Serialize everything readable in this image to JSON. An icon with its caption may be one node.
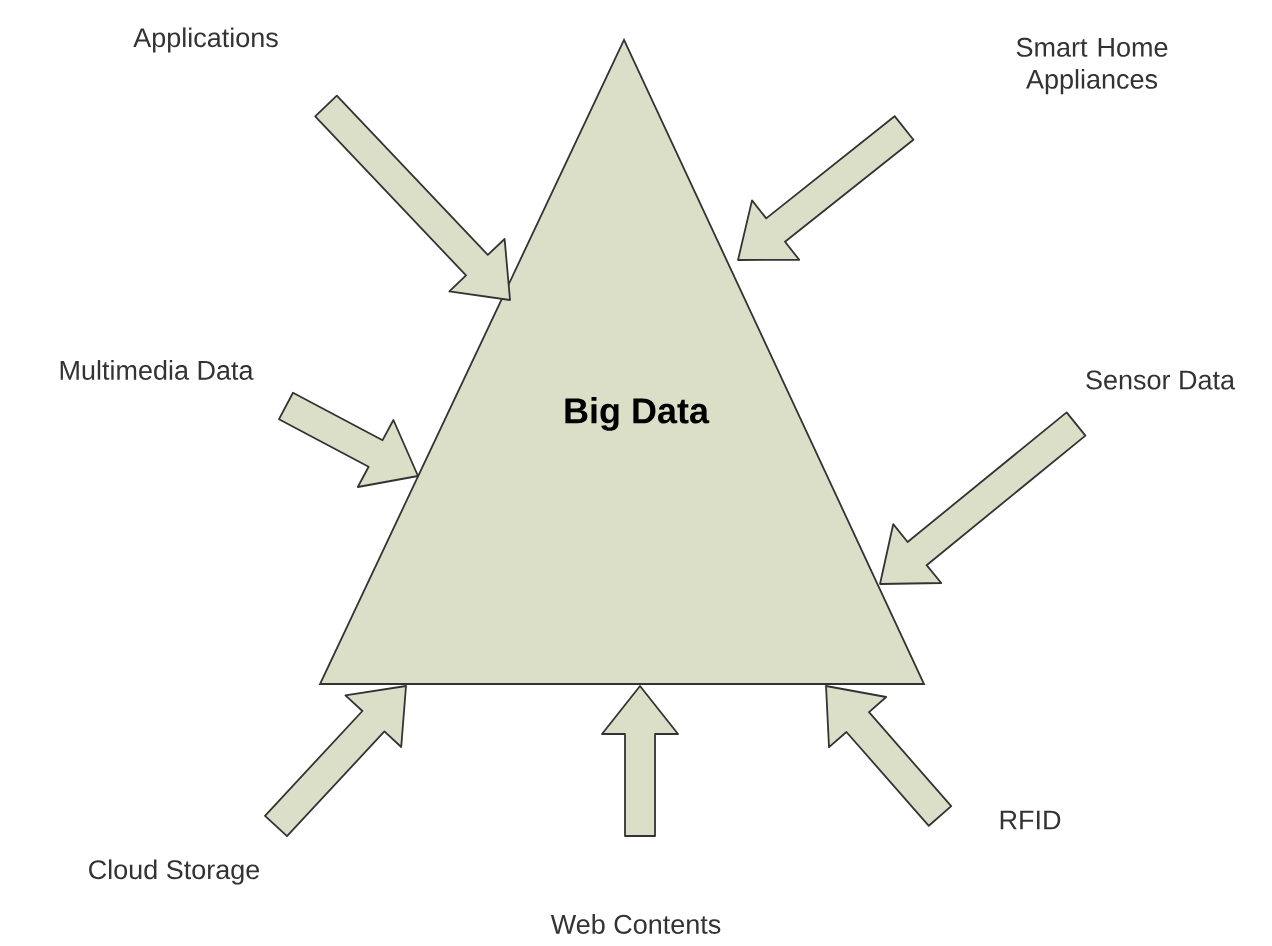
{
  "diagram": {
    "nodes": [
      {
        "text": [
          "Big Data"
        ]
      },
      {
        "text": [
          "Applications"
        ]
      },
      {
        "text": [
          "Smart Home Appliances"
        ]
      },
      {
        "text": [
          "Multimedia Data"
        ]
      },
      {
        "text": [
          "Sensor Data"
        ]
      },
      {
        "text": [
          "Cloud Storage"
        ]
      },
      {
        "text": [
          "Web Contents"
        ]
      },
      {
        "text": [
          "RFID"
        ]
      }
    ],
    "edges": [
      {
        "from": 1,
        "to": 0,
        "arrow": "to"
      },
      {
        "from": 2,
        "to": 0,
        "arrow": "to"
      },
      {
        "from": 3,
        "to": 0,
        "arrow": "to"
      },
      {
        "from": 4,
        "to": 0,
        "arrow": "to"
      },
      {
        "from": 5,
        "to": 0,
        "arrow": "to"
      },
      {
        "from": 6,
        "to": 0,
        "arrow": "to"
      },
      {
        "from": 7,
        "to": 0,
        "arrow": "to"
      }
    ]
  }
}
